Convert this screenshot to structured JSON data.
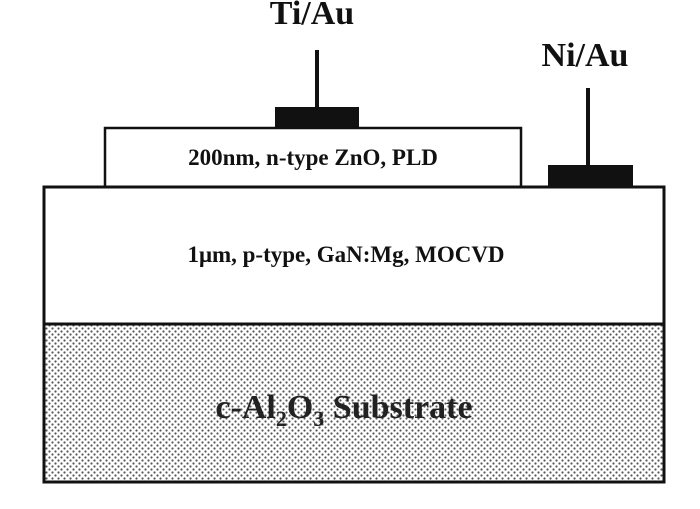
{
  "contacts": {
    "top_contact_label": "Ti/Au",
    "side_contact_label": "Ni/Au"
  },
  "layers": {
    "zno_label": "200nm, n-type ZnO, PLD",
    "gan_label": "1μm, p-type, GaN:Mg, MOCVD",
    "substrate": {
      "prefix": "c-Al",
      "sub_1": "2",
      "middle": "O",
      "sub_2": "3",
      "suffix": " Substrate"
    }
  },
  "colors": {
    "line": "#111111",
    "contact_fill": "#111111",
    "substrate_dot": "#555555",
    "background": "#ffffff"
  }
}
